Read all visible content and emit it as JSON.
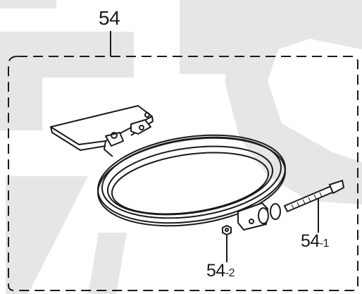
{
  "diagram": {
    "main_part_number": "54",
    "callouts": [
      {
        "number": "54",
        "suffix": "-1"
      },
      {
        "number": "54",
        "suffix": "-2"
      }
    ]
  },
  "colors": {
    "line": "#1a1a1a",
    "watermark": "#e6e6e6",
    "background": "#ffffff"
  }
}
